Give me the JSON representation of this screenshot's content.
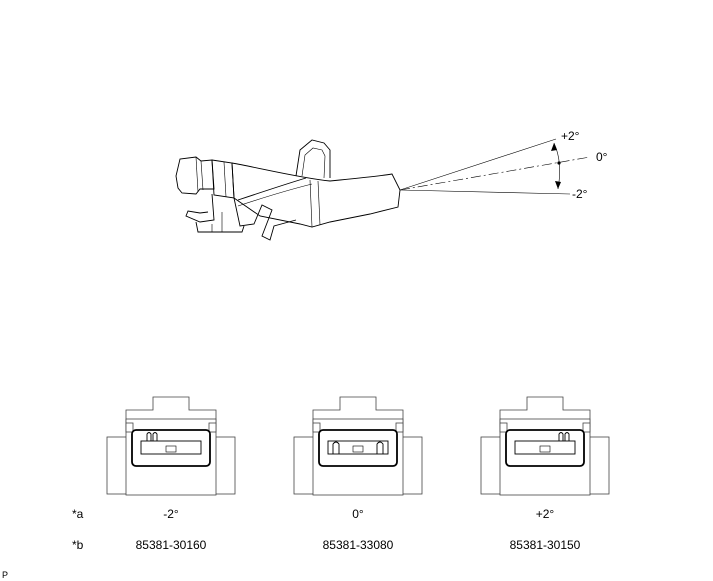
{
  "angle_labels": {
    "plus": "+2°",
    "zero": "0°",
    "minus": "-2°"
  },
  "row_labels": {
    "angle": "*a",
    "part": "*b"
  },
  "columns": [
    {
      "angle": "-2°",
      "part_number": "85381-30160",
      "key": "left"
    },
    {
      "angle": "0°",
      "part_number": "85381-33080",
      "key": "center"
    },
    {
      "angle": "+2°",
      "part_number": "85381-30150",
      "key": "both"
    }
  ],
  "corner_mark": "P"
}
